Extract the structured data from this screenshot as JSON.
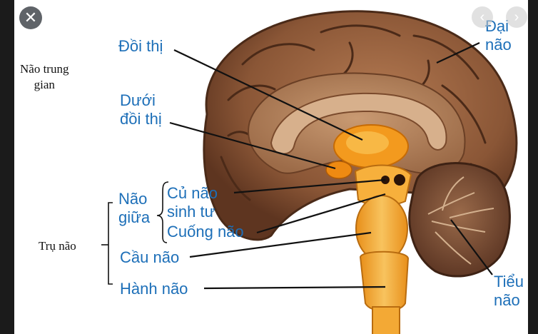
{
  "viewer": {
    "close_icon": "close-icon",
    "prev_icon": "chevron-left-icon",
    "next_icon": "chevron-right-icon",
    "close_glyph": "✕",
    "prev_glyph": "‹",
    "next_glyph": "›"
  },
  "side_labels": {
    "nao_trung_gian_line1": "Não trung",
    "nao_trung_gian_line2": "gian",
    "tru_nao": "Trụ não"
  },
  "labels": {
    "doi_thi": "Đồi thị",
    "duoi_doi_thi_line1": "Dưới",
    "duoi_doi_thi_line2": "đồi thị",
    "nao_giua_line1": "Não",
    "nao_giua_line2": "giữa",
    "cu_nao_sinh_tu_line1": "Củ não",
    "cu_nao_sinh_tu_line2": "sinh tư",
    "cuong_nao": "Cuống não",
    "cau_nao": "Cầu não",
    "hanh_nao": "Hành não",
    "dai_nao_line1": "Đại",
    "dai_nao_line2": "não",
    "tieu_nao_line1": "Tiểu",
    "tieu_nao_line2": "não"
  },
  "colors": {
    "label_blue": "#1d6fb8",
    "cortex_brown": "#8b5a3c",
    "thalamus_orange": "#f39a1e",
    "brainstem_orange": "#f6b547"
  }
}
